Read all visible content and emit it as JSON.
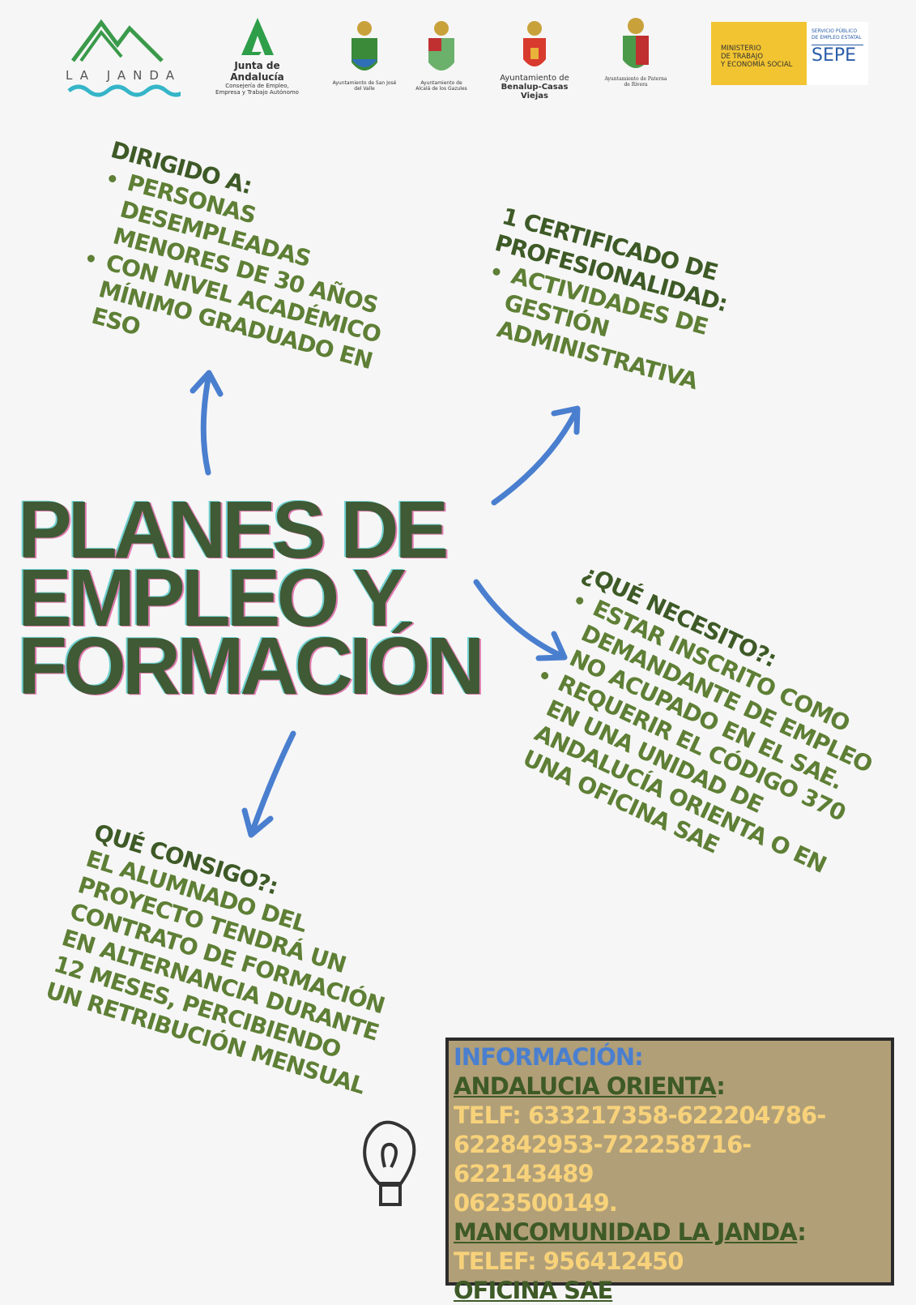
{
  "logos": {
    "la_janda": "LA JANDA",
    "junta_title": "Junta de Andalucía",
    "junta_sub1": "Consejería de Empleo,",
    "junta_sub2": "Empresa y Trabajo Autónomo",
    "san_jose": "Ayuntamiento de San José del Valle",
    "alcala": "Ayuntamiento de Alcalá de los Gazules",
    "benalup1": "Ayuntamiento de",
    "benalup2": "Benalup-Casas Viejas",
    "paterna": "Ayuntamiento de Paterna de Rivera",
    "ministerio1": "MINISTERIO",
    "ministerio2": "DE TRABAJO",
    "ministerio3": "Y ECONOMÍA SOCIAL",
    "sepe_sub": "SERVICIO PÚBLICO DE EMPLEO ESTATAL",
    "sepe": "SEPE"
  },
  "title": {
    "line1": "PLANES DE",
    "line2": "EMPLEO Y",
    "line3": "FORMACIÓN"
  },
  "dirigido": {
    "heading": "DIRIGIDO A:",
    "items": [
      "PERSONAS DESEMPLEADAS MENORES DE 30 AÑOS",
      "CON NIVEL ACADÉMICO MÍNIMO GRADUADO EN ESO"
    ]
  },
  "certificado": {
    "heading1": "1 CERTIFICADO DE",
    "heading2": "PROFESIONALIDAD:",
    "items": [
      "ACTIVIDADES DE GESTIÓN ADMINISTRATIVA"
    ]
  },
  "necesito": {
    "heading": "¿QUÉ NECESITO?:",
    "items": [
      "ESTAR INSCRITO COMO DEMANDANTE DE EMPLEO NO ACUPADO EN EL SAE.",
      "REQUERIR EL CÓDIGO 370 EN UNA UNIDAD DE ANDALUCÍA ORIENTA O EN UNA OFICINA SAE"
    ]
  },
  "consigo": {
    "heading": "QUÉ CONSIGO?:",
    "text": "EL ALUMNADO DEL PROYECTO TENDRÁ UN CONTRATO DE FORMACIÓN EN ALTERNANCIA DURANTE 12 MESES, PERCIBIENDO UN RETRIBUCIÓN MENSUAL"
  },
  "info": {
    "heading": "INFORMACIÓN:",
    "orienta": "ANDALUCIA ORIENTA",
    "orienta_tel1": "TELF: 633217358-622204786-",
    "orienta_tel2": "622842953-722258716- 622143489",
    "orienta_tel3": "0623500149.",
    "mancomunidad": "MANCOMUNIDAD LA JANDA",
    "mancomunidad_tel": "TELEF: 956412450",
    "oficina": "OFICINA SAE"
  },
  "colors": {
    "green": "#5e7f35",
    "dark_green": "#3e5a27",
    "blue": "#4a7fcf",
    "box": "#b19f78",
    "yellow": "#f7d27a"
  }
}
